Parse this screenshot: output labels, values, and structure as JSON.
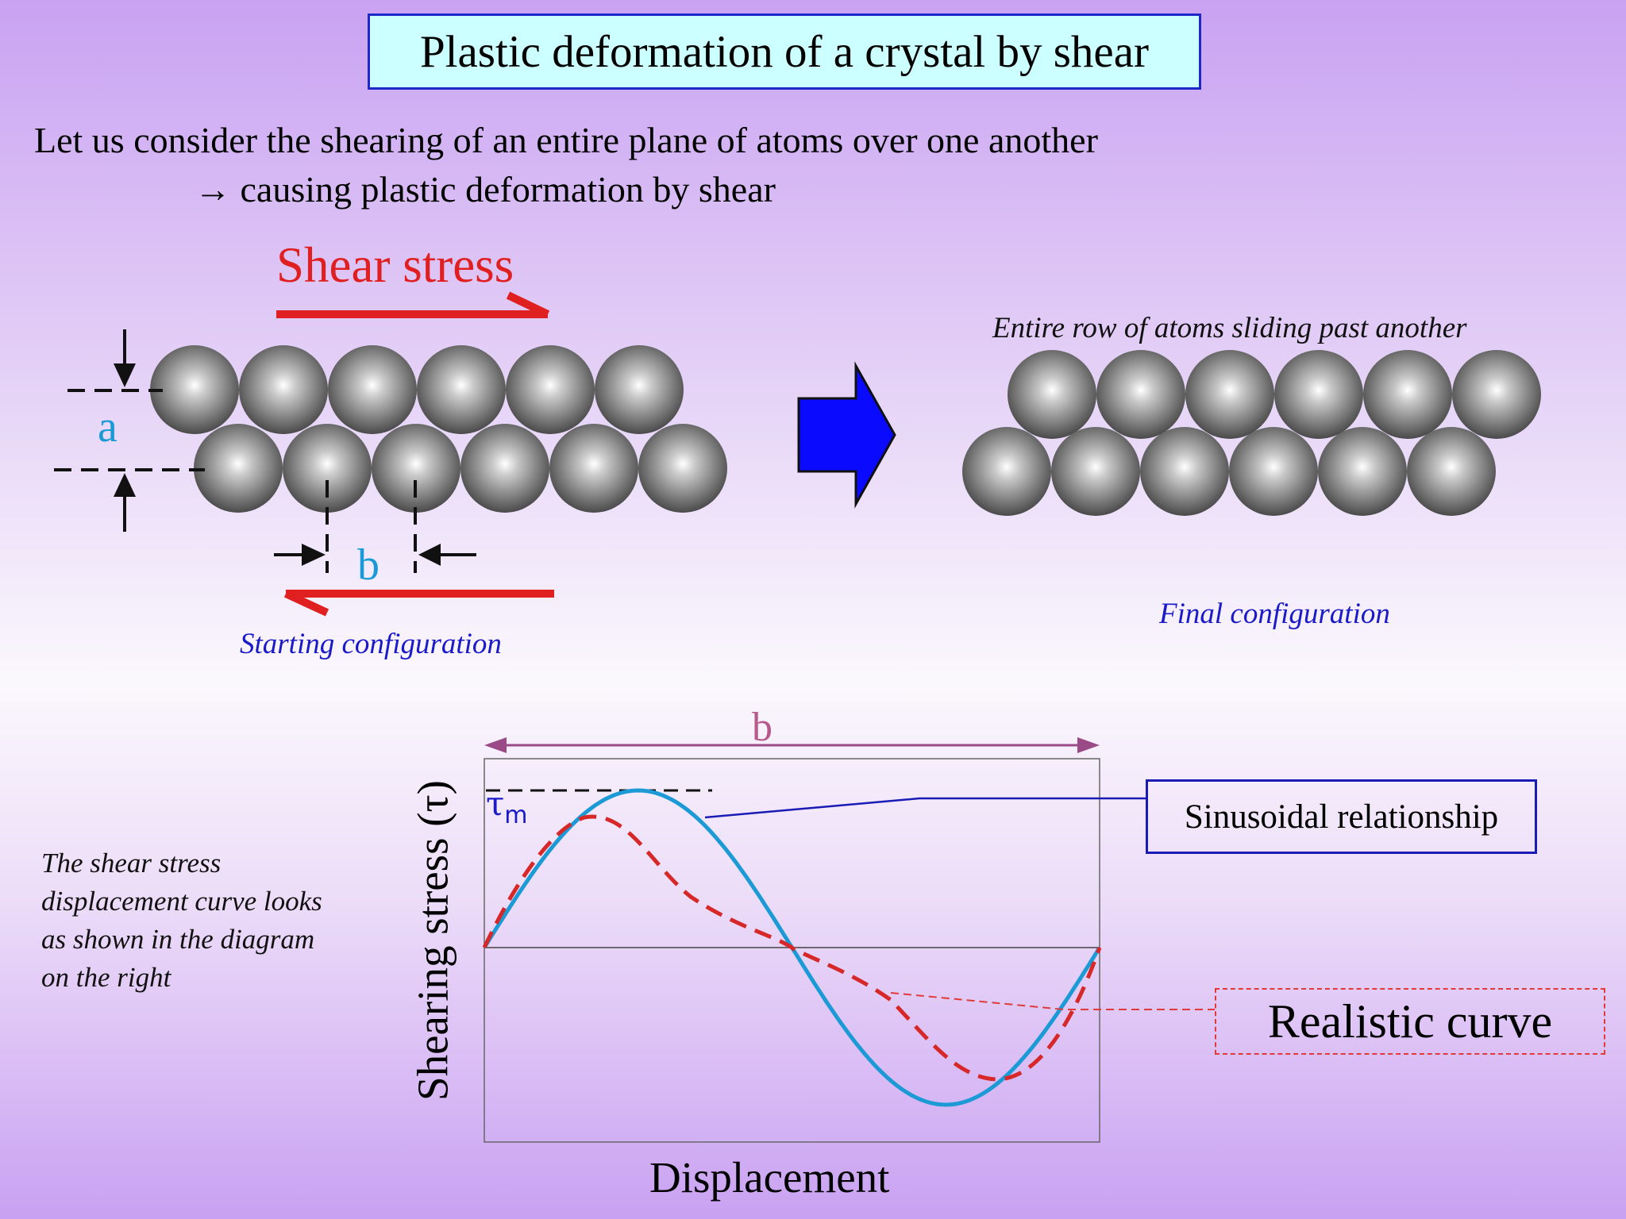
{
  "title": "Plastic deformation of a crystal by shear",
  "intro": {
    "line1": "Let us consider the shearing of an entire plane of atoms over one another",
    "line2": "→ causing plastic deformation by shear"
  },
  "left_diagram": {
    "shear_label": "Shear stress",
    "spacing_label_a": "a",
    "spacing_label_b": "b",
    "caption": "Starting configuration"
  },
  "right_diagram": {
    "top_caption": "Entire row of atoms sliding past another",
    "caption": "Final configuration"
  },
  "side_text": "The shear stress displacement curve looks as shown in the diagram on the right",
  "plot": {
    "period_label": "b",
    "tau_max_symbol": "τ",
    "tau_max_sub": "m",
    "ylabel": "Shearing stress (τ)",
    "xlabel": "Displacement",
    "sinusoidal_label": "Sinusoidal relationship",
    "realistic_label": "Realistic curve"
  },
  "colors": {
    "title_bg": "#ccffff",
    "shear_arrow": "#e02020",
    "label_blue": "#1a9ad6",
    "caption_blue": "#1a1ac8",
    "big_arrow": "#0a0aff",
    "sine_curve": "#1b9ad6",
    "realistic_curve": "#d62828",
    "period_arrow": "#9a4a86"
  }
}
